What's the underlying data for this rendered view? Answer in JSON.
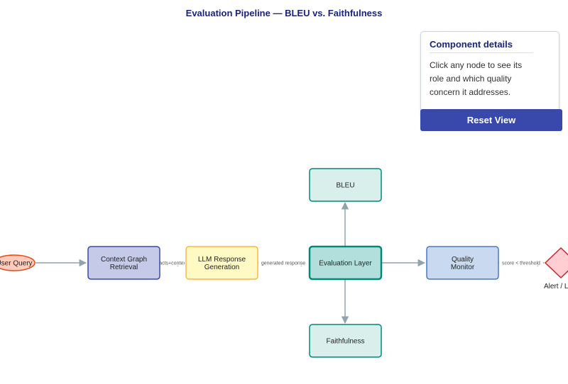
{
  "title": "Evaluation Pipeline — BLEU vs. Faithfulness",
  "details_panel": {
    "heading": "Component details",
    "body": "Click any node to see its role and which quality concern it addresses."
  },
  "reset_button": {
    "label": "Reset View"
  },
  "nodes": {
    "user_query": {
      "label": "User Query"
    },
    "context_graph": {
      "line1": "Context Graph",
      "line2": "Retrieval"
    },
    "llm_response": {
      "line1": "LLM Response",
      "line2": "Generation"
    },
    "evaluation_layer": {
      "label": "Evaluation Layer"
    },
    "bleu": {
      "label": "BLEU"
    },
    "faithfulness": {
      "label": "Faithfulness"
    },
    "quality_monitor": {
      "line1": "Quality",
      "line2": "Monitor"
    },
    "alert": {
      "label": "Alert / L"
    }
  },
  "edge_labels": {
    "context_to_llm": "facts+context",
    "llm_to_eval": "generated response",
    "monitor_to_alert": "score < threshold"
  },
  "colors": {
    "edge": "#90a4ae",
    "accent": "#3949ab",
    "heading": "#1a237e"
  }
}
